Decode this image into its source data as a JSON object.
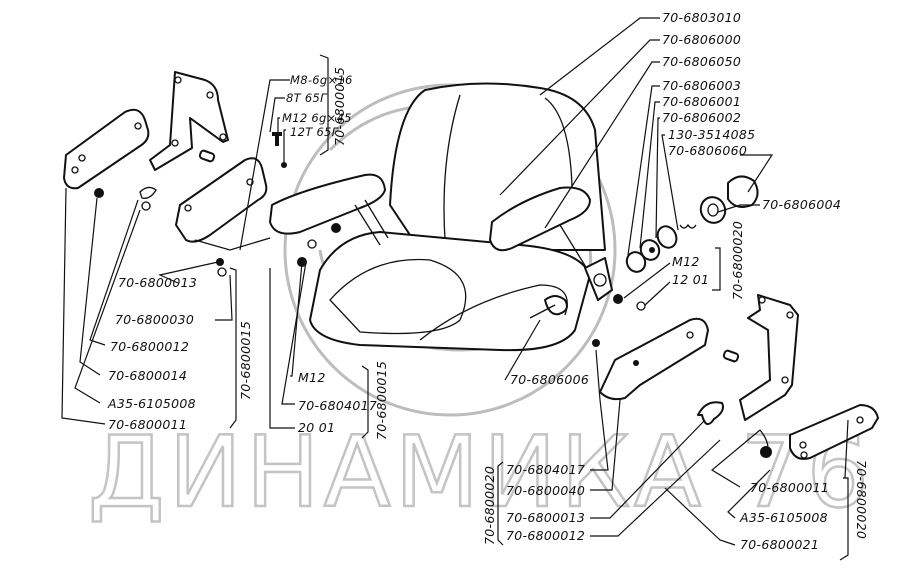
{
  "watermark": {
    "text": "ДИНАМИКА 76"
  },
  "labels": {
    "top_right": [
      "70-6803010",
      "70-6806000",
      "70-6806050",
      "70-6806003",
      "70-6806001",
      "70-6806002",
      "130-3514085",
      "70-6806060"
    ],
    "cap_nut": "70-6806004",
    "right_group_code": "70-6800020",
    "right_nut": "M12",
    "right_washer": "12 01",
    "pin_bolt": "70-6806006",
    "fasteners": [
      "M8-6g×16",
      "8T 65Г",
      "M12 6g×45",
      "12T 65Г"
    ],
    "fasteners_group_code": "70-6800015",
    "left_list": [
      "70-6800013",
      "70-6800030",
      "70-6800012",
      "70-6800014",
      "А35-6105008",
      "70-6800011"
    ],
    "left_group_code": "70-6800015",
    "mid_list": [
      "M12",
      "70-6804017",
      "20 01"
    ],
    "mid_group_code": "70-6800015",
    "bottom_list": [
      "70-6804017",
      "70-6800040",
      "70-6800013",
      "70-6800012"
    ],
    "bottom_group_code": "70-6800020",
    "br_list": [
      "70-6800011",
      "А35-6105008",
      "70-6800021"
    ],
    "br_group_code": "70-6800020"
  }
}
